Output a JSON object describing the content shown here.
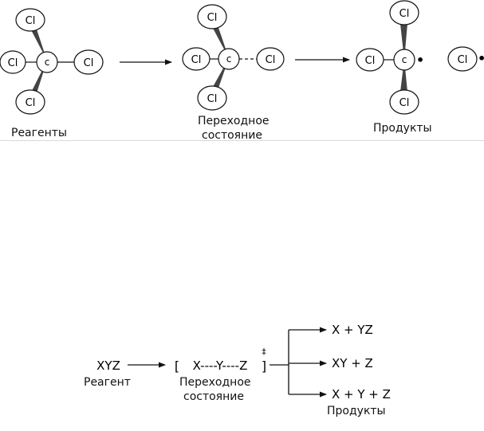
{
  "top_scheme": {
    "atom_labels": {
      "carbon": "c",
      "chlorine": "Cl"
    },
    "radical_dot": "•",
    "stage_labels": {
      "reagents": "Реагенты",
      "transition_line1": "Переходное",
      "transition_line2": "состояние",
      "products": "Продукты"
    }
  },
  "bottom_scheme": {
    "reagent_formula": "XYZ",
    "reagent_label": "Реагент",
    "transition_bracket_open": "[",
    "transition_formula": "X----Y----Z",
    "transition_bracket_close": "]",
    "transition_mark": "‡",
    "transition_label_line1": "Переходное",
    "transition_label_line2": "состояние",
    "products": [
      "X + YZ",
      "XY + Z",
      "X + Y + Z"
    ],
    "products_label": "Продукты"
  }
}
